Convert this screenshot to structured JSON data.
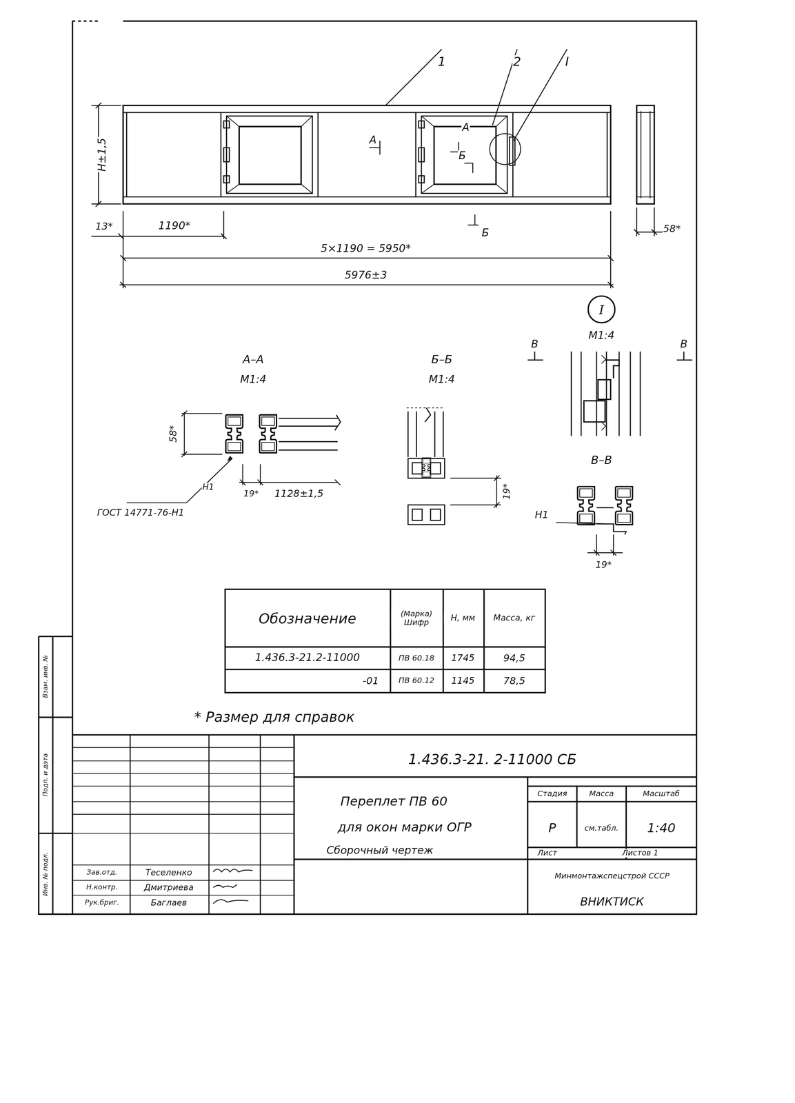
{
  "diagram": {
    "nodes": [
      {
        "text": [
          "I"
        ]
      }
    ],
    "labels": [
      "1",
      "2",
      "I",
      "H±1,5",
      "А",
      "А",
      "Б",
      "Б",
      "13*",
      "1190*",
      "5×1190 = 5950*",
      "5976±3",
      "58*",
      "А–А",
      "М1:4",
      "Б–Б",
      "М1:4",
      "М1:4",
      "В",
      "В",
      "58*",
      "Н1",
      "19*",
      "1128±1,5",
      "ГОСТ 14771-76-Н1",
      "19*",
      "В–В",
      "Н1",
      "19*",
      "Обозначение",
      "(Марка) Шифр",
      "H, мм",
      "Масса, кг",
      "1.436.3-21.2-11000",
      "ПВ 60.18",
      "1745",
      "94,5",
      "-01",
      "ПВ 60.12",
      "1145",
      "78,5",
      "* Размер для справок",
      "1.436.3-21. 2-11000 СБ",
      "Переплет ПВ 60",
      "для окон марки ОГР",
      "Сборочный чертеж",
      "Стадия",
      "Масса",
      "Масштаб",
      "Р",
      "см.табл.",
      "1:40",
      "Лист",
      "Листов 1",
      "Минмонтажспецстрой СССР",
      "ВНИКТИСК",
      "Зав.отд.",
      "Теселенко",
      "Н.контр.",
      "Дмитриева",
      "Рук.бриг.",
      "Баглаев",
      "Инв. № подл.",
      "Подп. и дата",
      "Взам. инв. №"
    ]
  }
}
